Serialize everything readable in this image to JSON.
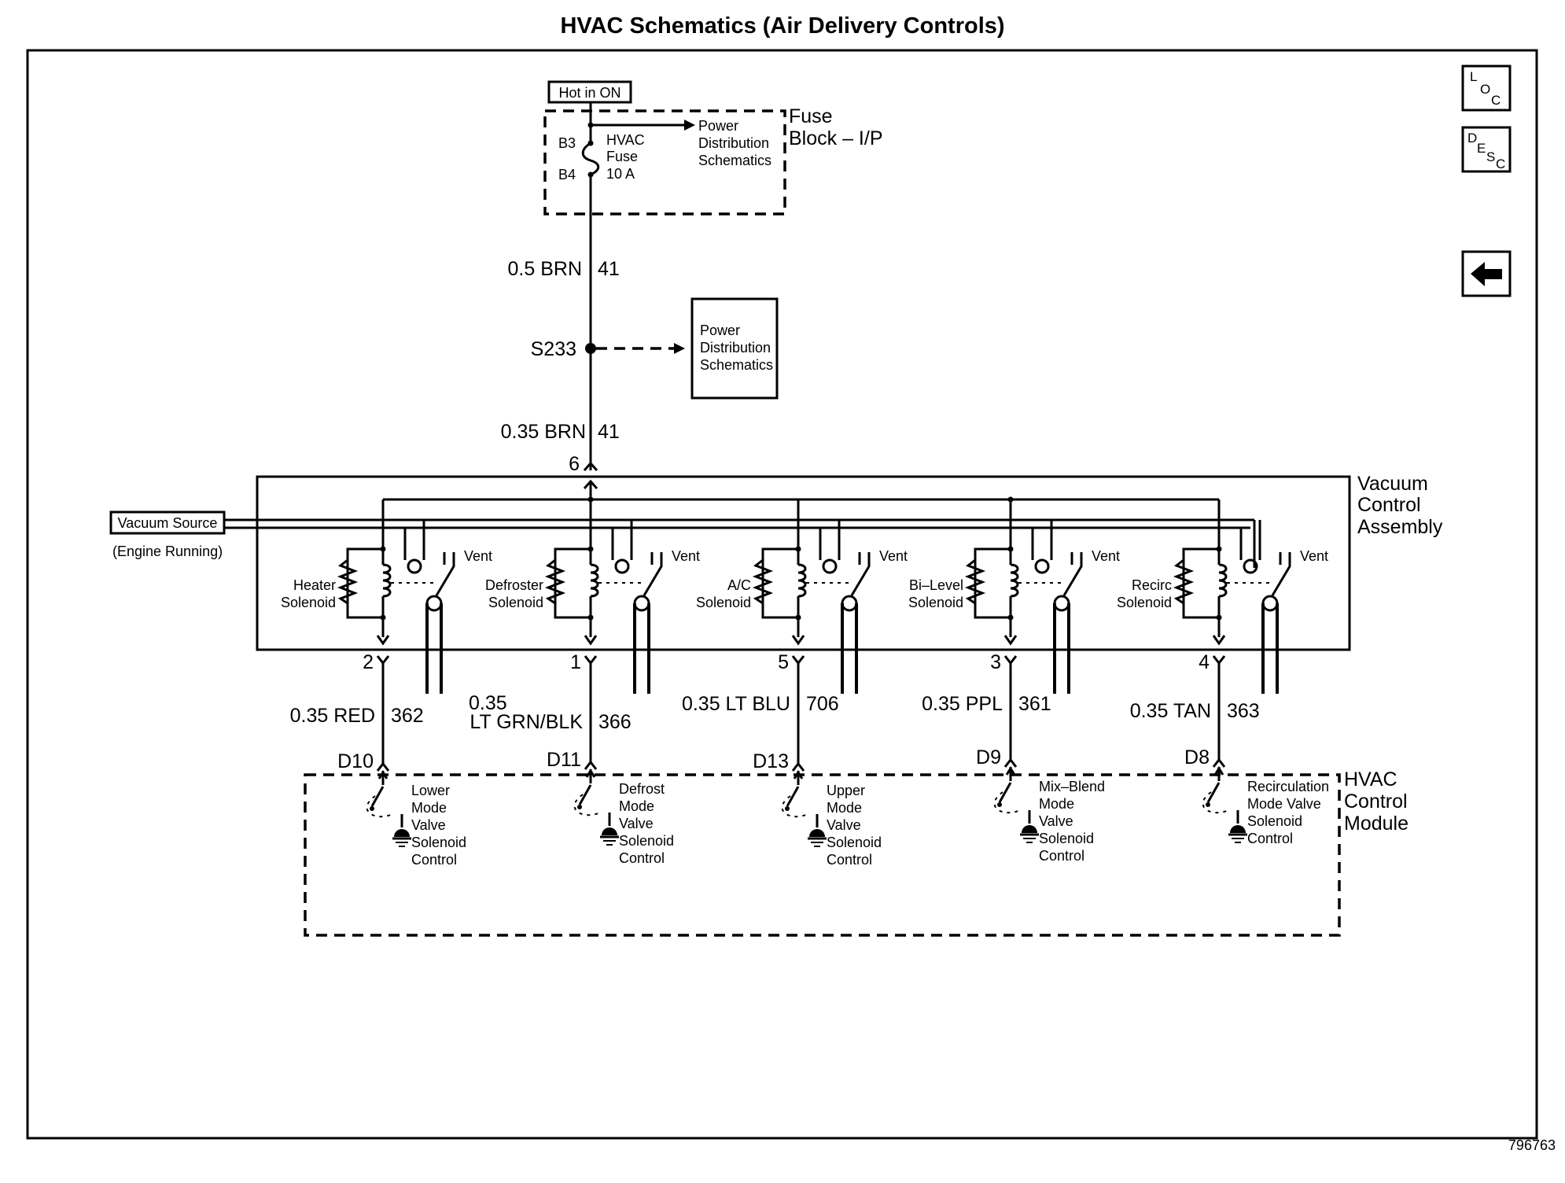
{
  "title": "HVAC Schematics (Air Delivery Controls)",
  "figure_id": "796763",
  "nav": {
    "loc": {
      "l": "L",
      "o": "O",
      "c": "C"
    },
    "desc": {
      "d": "D",
      "e": "E",
      "s": "S",
      "c": "C"
    },
    "back_icon": "left-arrow-icon"
  },
  "fuse_block": {
    "hot_label": "Hot in ON",
    "name_line1": "Fuse",
    "name_line2": "Block – I/P",
    "pin_top": "B3",
    "pin_bottom": "B4",
    "fuse_line1": "HVAC",
    "fuse_line2": "Fuse",
    "fuse_line3": "10 A",
    "pd_line1": "Power",
    "pd_line2": "Distribution",
    "pd_line3": "Schematics"
  },
  "wire_main_upper": {
    "gauge": "0.5 BRN",
    "circuit": "41"
  },
  "splice": {
    "name": "S233"
  },
  "pd_box": {
    "line1": "Power",
    "line2": "Distribution",
    "line3": "Schematics"
  },
  "wire_main_lower": {
    "gauge": "0.35 BRN",
    "circuit": "41"
  },
  "vca_pin": "6",
  "vca": {
    "line1": "Vacuum",
    "line2": "Control",
    "line3": "Assembly"
  },
  "vacuum_source": {
    "label": "Vacuum Source",
    "note": "(Engine Running)"
  },
  "vent_label": "Vent",
  "solenoids": [
    {
      "l1": "Heater",
      "l2": "Solenoid",
      "pin": "2",
      "gauge1": "",
      "gauge2": "0.35 RED",
      "circuit": "362",
      "hvac_pin": "D10",
      "ctrl": [
        "Lower",
        "Mode",
        "Valve",
        "Solenoid",
        "Control"
      ]
    },
    {
      "l1": "Defroster",
      "l2": "Solenoid",
      "pin": "1",
      "gauge1": "0.35",
      "gauge2": "LT GRN/BLK",
      "circuit": "366",
      "hvac_pin": "D11",
      "ctrl": [
        "Defrost",
        "Mode",
        "Valve",
        "Solenoid",
        "Control"
      ]
    },
    {
      "l1": "A/C",
      "l2": "Solenoid",
      "pin": "5",
      "gauge1": "",
      "gauge2": "0.35 LT BLU",
      "circuit": "706",
      "hvac_pin": "D13",
      "ctrl": [
        "Upper",
        "Mode",
        "Valve",
        "Solenoid",
        "Control"
      ]
    },
    {
      "l1": "Bi–Level",
      "l2": "Solenoid",
      "pin": "3",
      "gauge1": "",
      "gauge2": "0.35 PPL",
      "circuit": "361",
      "hvac_pin": "D9",
      "ctrl": [
        "Mix–Blend",
        "Mode",
        "Valve",
        "Solenoid",
        "Control"
      ]
    },
    {
      "l1": "Recirc",
      "l2": "Solenoid",
      "pin": "4",
      "gauge1": "",
      "gauge2": "0.35 TAN",
      "circuit": "363",
      "hvac_pin": "D8",
      "ctrl": [
        "Recirculation",
        "Mode Valve",
        "Solenoid",
        "Control"
      ]
    }
  ],
  "hvac_module": {
    "line1": "HVAC",
    "line2": "Control",
    "line3": "Module"
  }
}
